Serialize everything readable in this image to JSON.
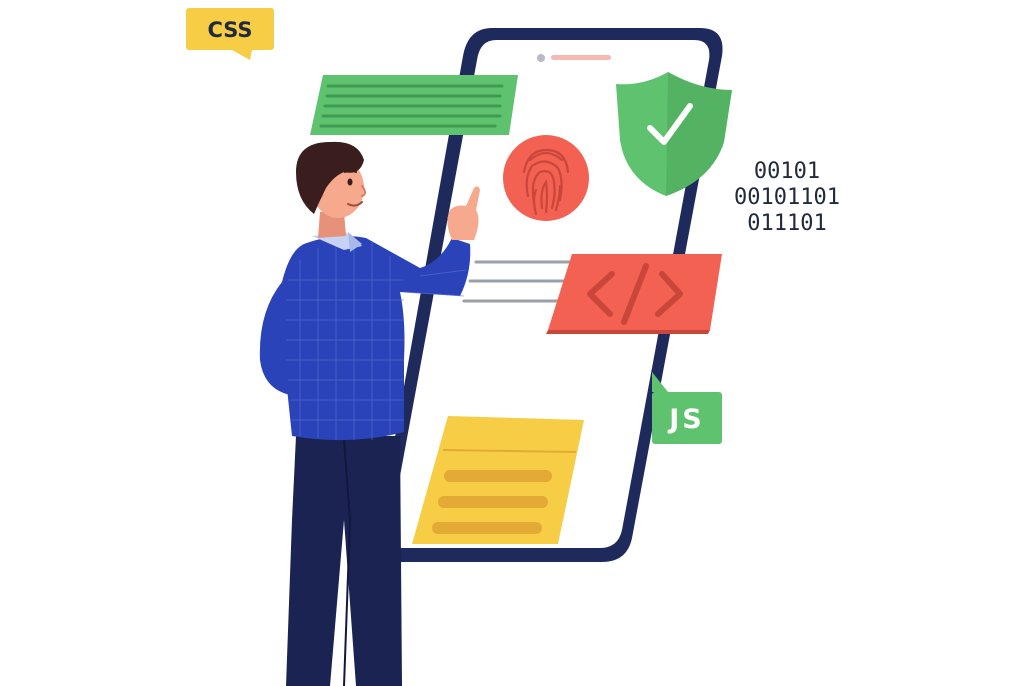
{
  "tags": {
    "css": "CSS",
    "js": "JS"
  },
  "binary": {
    "line1": "00101",
    "line2": "00101101",
    "line3": "011101"
  },
  "colors": {
    "phone_frame": "#1f2a5c",
    "screen": "#ffffff",
    "green": "#5fc26e",
    "green_dark": "#3f9a52",
    "red": "#f26151",
    "red_dark": "#c9473a",
    "yellow": "#f6cd45",
    "yellow_dark": "#e3aa36",
    "shirt_blue": "#2a43b8",
    "pants_navy": "#1b2352",
    "hair": "#3a1e1e",
    "skin": "#f6a98c"
  },
  "icons": [
    "fingerprint-icon",
    "shield-check-icon",
    "code-brackets-icon",
    "checkmark-icon"
  ]
}
